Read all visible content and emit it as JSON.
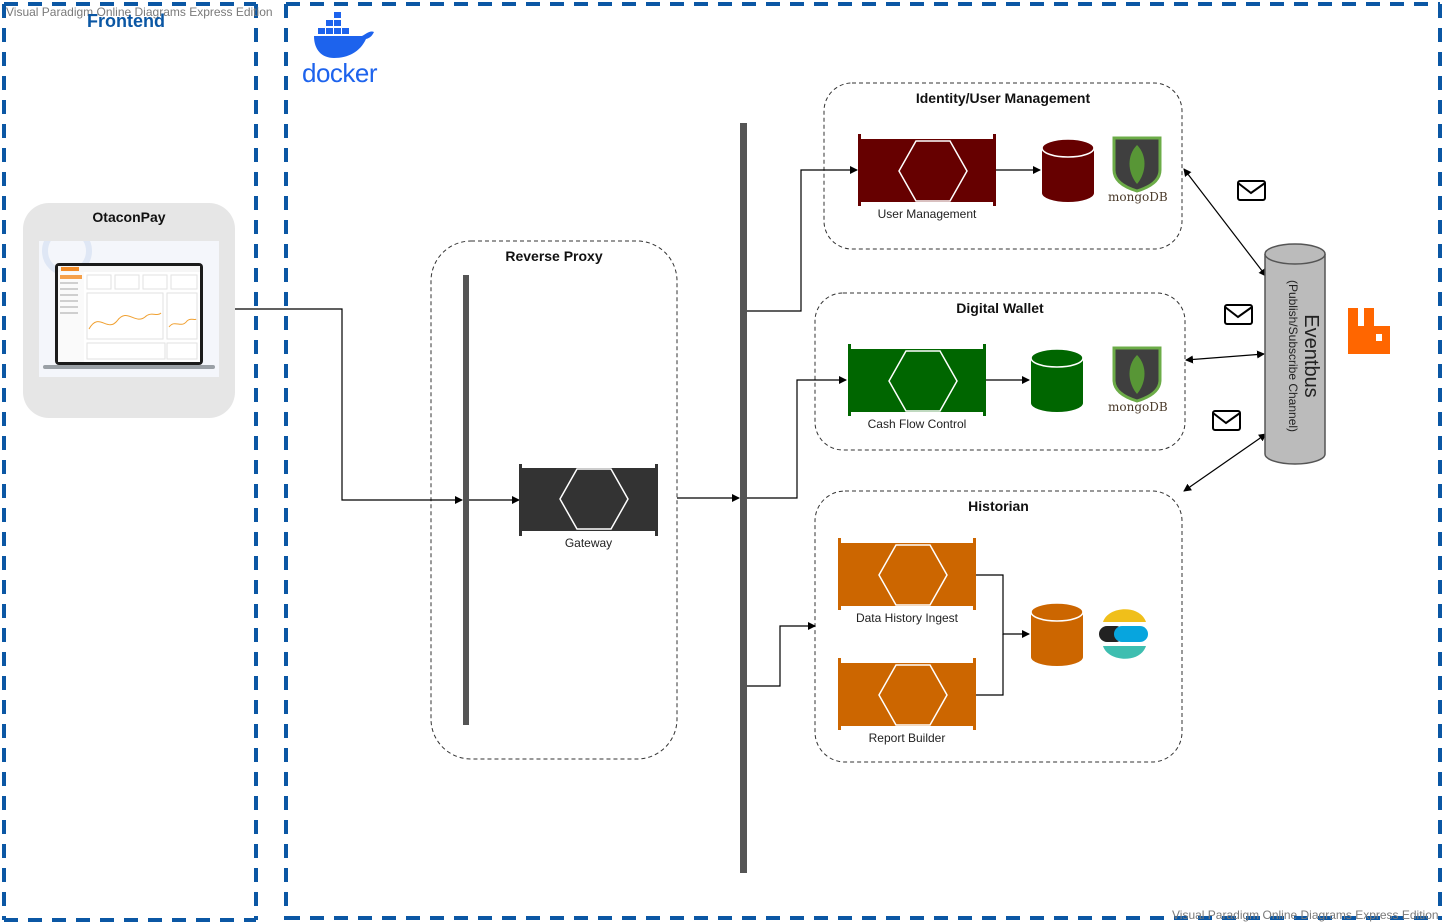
{
  "watermark": {
    "top": "Visual Paradigm Online Diagrams Express Edition",
    "bottom": "Visual Paradigm Online Diagrams Express Edition"
  },
  "frontend": {
    "title": "Frontend",
    "app": {
      "title": "OtaconPay",
      "icon": "laptop-dashboard-icon"
    }
  },
  "docker": {
    "label": "docker",
    "icon": "docker-whale-icon",
    "color": "#1d63ed"
  },
  "reverse_proxy": {
    "title": "Reverse Proxy",
    "gateway": {
      "label": "Gateway",
      "color": "#333333"
    }
  },
  "identity": {
    "title": "Identity/User Management",
    "service": {
      "label": "User Management",
      "color": "#660000"
    },
    "db_color": "#660000",
    "db_brand": "mongoDB"
  },
  "wallet": {
    "title": "Digital Wallet",
    "service": {
      "label": "Cash Flow Control",
      "color": "#006600"
    },
    "db_color": "#006600",
    "db_brand": "mongoDB"
  },
  "historian": {
    "title": "Historian",
    "services": [
      {
        "label": "Data History Ingest",
        "color": "#cc6600"
      },
      {
        "label": "Report Builder",
        "color": "#cc6600"
      }
    ],
    "db_color": "#cc6600",
    "db_icon": "elasticsearch-icon"
  },
  "eventbus": {
    "title": "Eventbus",
    "subtitle": "(Publish/Subscribe Channel)",
    "icon": "rabbitmq-icon",
    "message_icon": "envelope-icon"
  },
  "colors": {
    "frame_blue": "#0b57a4",
    "bus_gray": "#555555",
    "rabbit_orange": "#ff6600"
  }
}
